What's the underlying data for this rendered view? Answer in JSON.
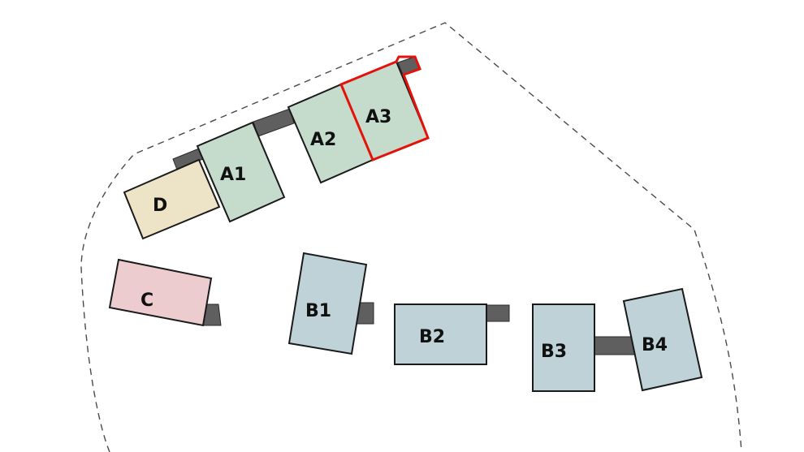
{
  "site_plan": {
    "colors": {
      "group_a": "#c5dbcc",
      "group_b": "#bed2d7",
      "building_c": "#ecccce",
      "building_d": "#ede3c7",
      "connector": "#5f5f5f",
      "selected_outline": "#e3120b",
      "boundary": "#4a4a4a"
    },
    "boundary_style": "dashed",
    "selected_building": "A3",
    "buildings": [
      {
        "id": "A1",
        "label": "A1",
        "group": "A"
      },
      {
        "id": "A2",
        "label": "A2",
        "group": "A"
      },
      {
        "id": "A3",
        "label": "A3",
        "group": "A"
      },
      {
        "id": "B1",
        "label": "B1",
        "group": "B"
      },
      {
        "id": "B2",
        "label": "B2",
        "group": "B"
      },
      {
        "id": "B3",
        "label": "B3",
        "group": "B"
      },
      {
        "id": "B4",
        "label": "B4",
        "group": "B"
      },
      {
        "id": "C",
        "label": "C",
        "group": "C"
      },
      {
        "id": "D",
        "label": "D",
        "group": "D"
      }
    ]
  }
}
